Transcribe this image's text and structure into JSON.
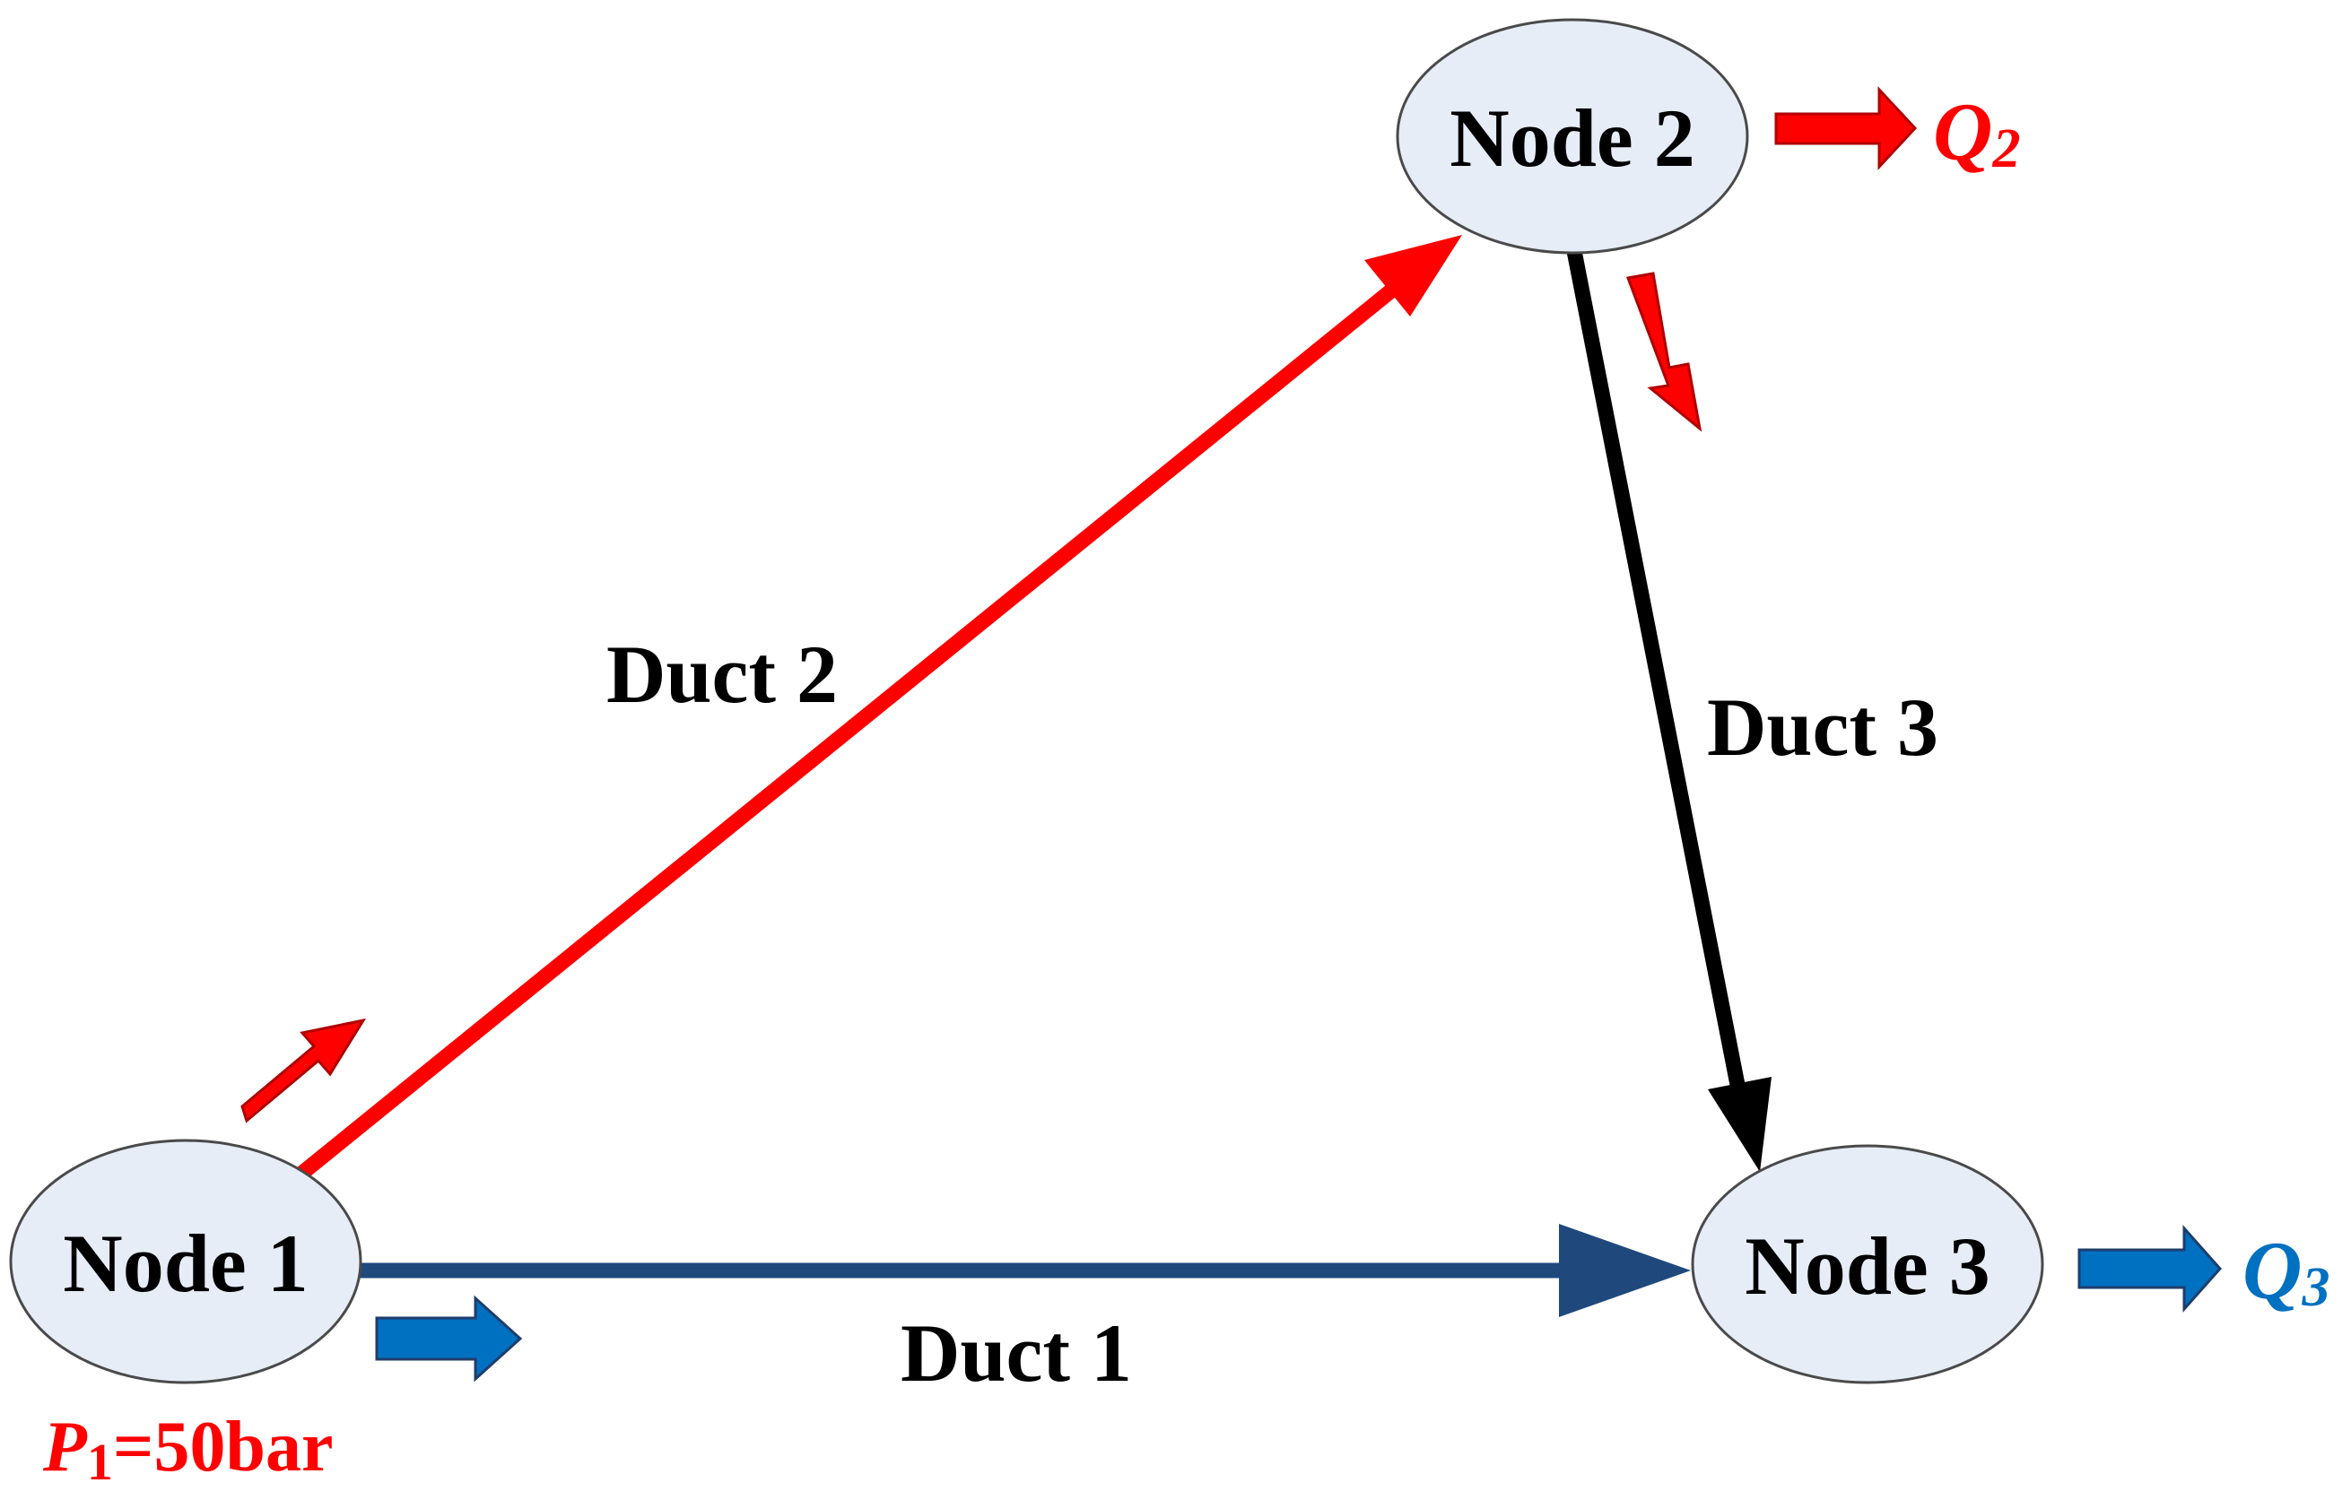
{
  "nodes": {
    "node1": {
      "label": "Node 1"
    },
    "node2": {
      "label": "Node 2"
    },
    "node3": {
      "label": "Node 3"
    }
  },
  "ducts": {
    "duct1": {
      "label": "Duct 1",
      "color": "#1f497d"
    },
    "duct2": {
      "label": "Duct 2",
      "color": "#ff0000"
    },
    "duct3": {
      "label": "Duct 3",
      "color": "#000000"
    }
  },
  "outflows": {
    "q2": {
      "symbol": "Q",
      "subscript": "2",
      "color": "#ff0000"
    },
    "q3": {
      "symbol": "Q",
      "subscript": "3",
      "color": "#0070c0"
    }
  },
  "pressure": {
    "symbol": "P",
    "subscript": "1",
    "value": "=50bar",
    "color": "#ff0000"
  },
  "colors": {
    "node_fill": "#e6edf7",
    "node_stroke": "#4a4a4a",
    "flow_arrow_red": "#ff0000",
    "flow_arrow_blue": "#0070c0"
  }
}
